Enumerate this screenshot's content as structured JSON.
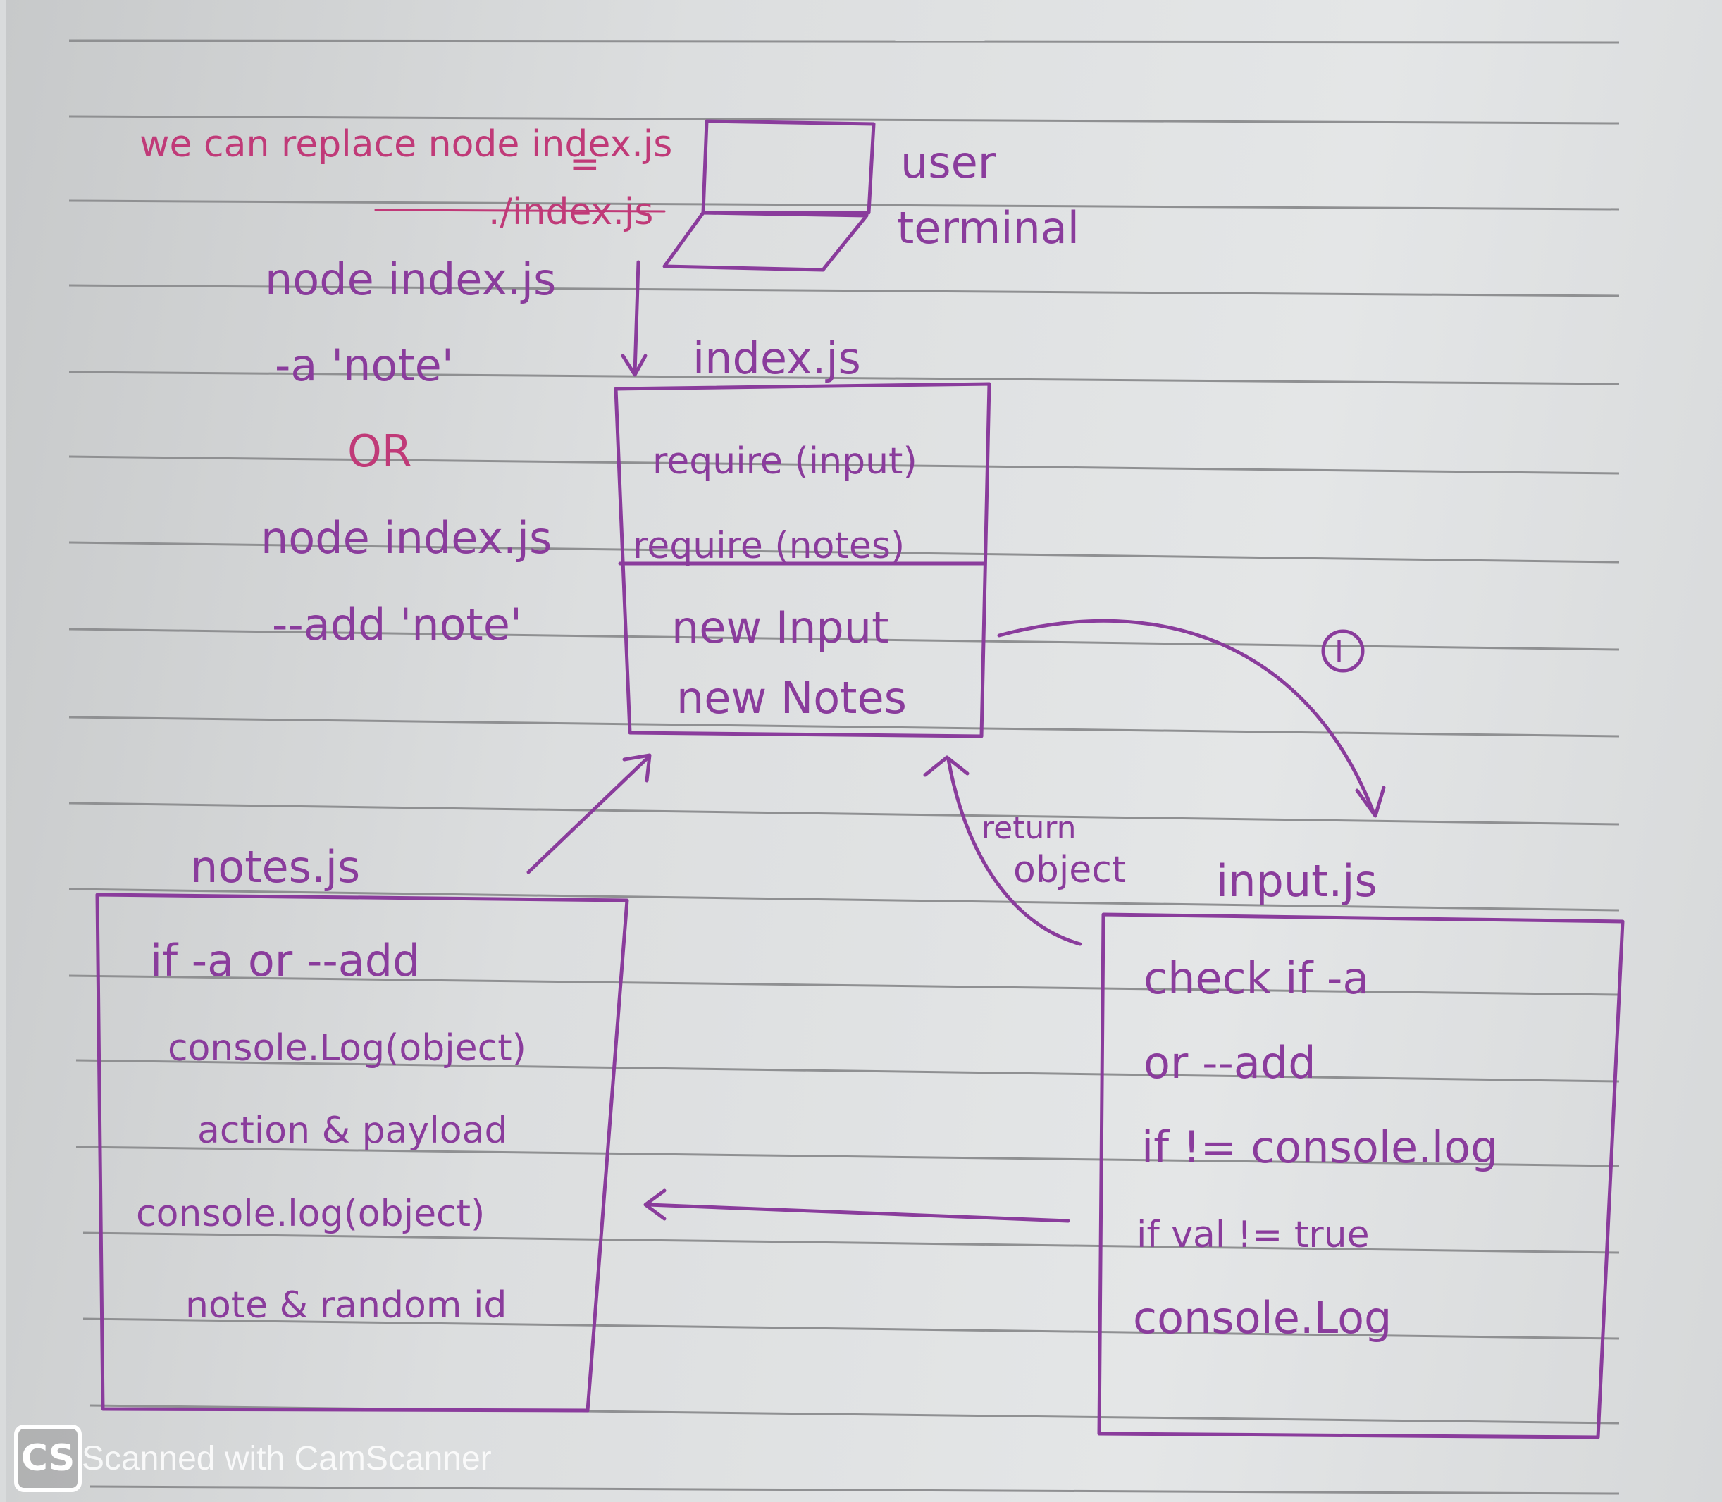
{
  "top_note": {
    "line1": "we can replace node index.js",
    "equals": "=",
    "line2": "./index.js"
  },
  "user_terminal": {
    "line1": "user",
    "line2": "terminal"
  },
  "commands": {
    "cmd1_line1": "node index.js",
    "cmd1_line2": "-a 'note'",
    "or": "OR",
    "cmd2_line1": "node index.js",
    "cmd2_line2": "--add 'note'"
  },
  "index_box": {
    "title": "index.js",
    "rows": [
      "require (input)",
      "require (notes)",
      "new Input",
      "new Notes"
    ]
  },
  "input_box": {
    "title": "input.js",
    "rows": [
      "check if -a",
      "or --add",
      "if != console.log",
      "if val != true",
      "console.Log"
    ]
  },
  "notes_box": {
    "title": "notes.js",
    "rows": [
      "if -a or --add",
      "console.Log(object)",
      "action & payload",
      "console.log(object)",
      "note & random id"
    ]
  },
  "annotations": {
    "return_line1": "return",
    "return_line2": "object",
    "step_marker": "I"
  },
  "watermark": {
    "logo": "CS",
    "text": "Scanned with CamScanner"
  }
}
